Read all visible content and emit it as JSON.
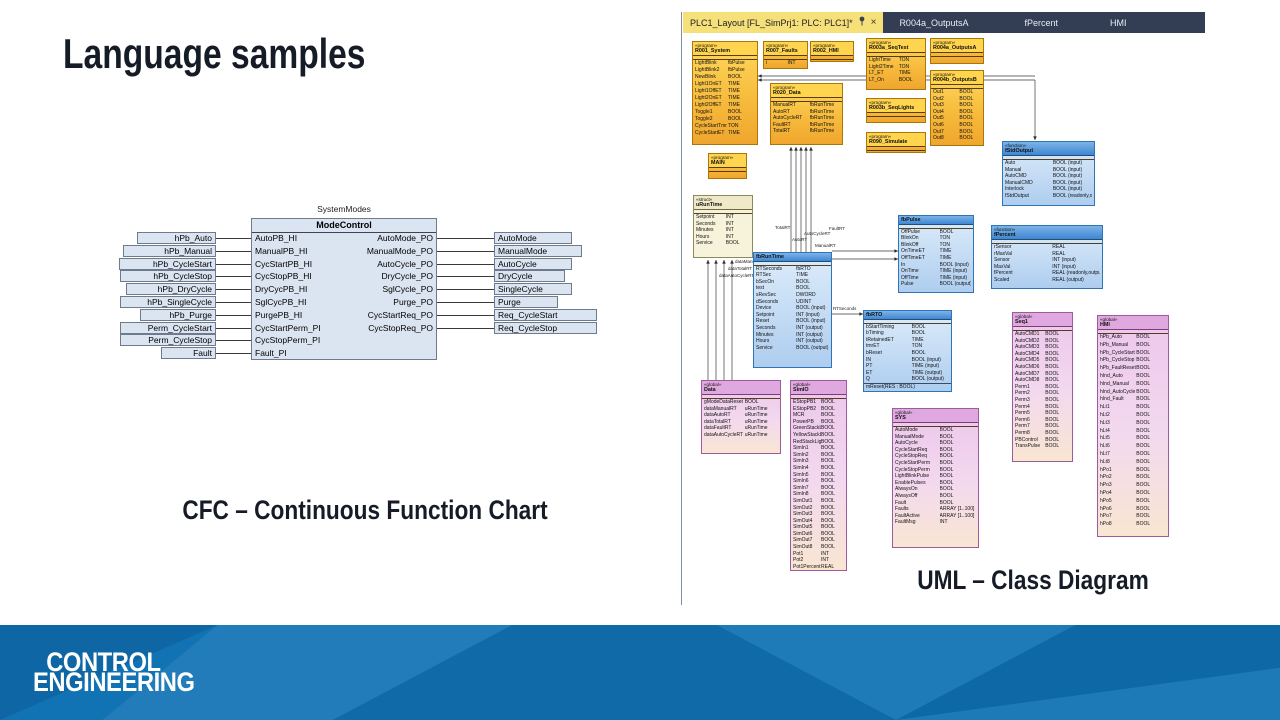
{
  "slide": {
    "title": "Language samples",
    "cfc_caption": "CFC – Continuous Function Chart",
    "uml_caption": "UML – Class Diagram",
    "logo": {
      "line1": "CONTROL",
      "line2": "ENGINEERING"
    }
  },
  "icons": {
    "close": "×",
    "pin": "pushpin"
  },
  "cfc": {
    "block_title": "SystemModes",
    "block_name": "ModeControl",
    "inputs": [
      "hPb_Auto",
      "hPb_Manual",
      "hPb_CycleStart",
      "hPb_CycleStop",
      "hPb_DryCycle",
      "hPb_SingleCycle",
      "hPb_Purge",
      "Perm_CycleStart",
      "Perm_CycleStop",
      "Fault"
    ],
    "input_pins": [
      "AutoPB_HI",
      "ManualPB_HI",
      "CycStartPB_HI",
      "CycStopPB_HI",
      "DryCycPB_HI",
      "SglCycPB_HI",
      "PurgePB_HI",
      "CycStartPerm_PI",
      "CycStopPerm_PI",
      "Fault_PI"
    ],
    "output_pins": [
      "AutoMode_PO",
      "ManualMode_PO",
      "AutoCycle_PO",
      "DryCycle_PO",
      "SglCycle_PO",
      "Purge_PO",
      "CycStartReq_PO",
      "CycStopReq_PO"
    ],
    "outputs": [
      "AutoMode",
      "ManualMode",
      "AutoCycle",
      "DryCycle",
      "SingleCycle",
      "Purge",
      "Req_CycleStart",
      "Req_CycleStop"
    ]
  },
  "uml": {
    "tabbar": {
      "active_tab": "PLC1_Layout [FL_SimPrj1: PLC: PLC1]*",
      "tabs": [
        "R004a_OutputsA",
        "fPercent",
        "HMI"
      ]
    },
    "connector_labels": [
      "TotalRT",
      "AutoRT",
      "AutoCycleRT",
      "FaultRT",
      "ManualRT",
      "RTSeconds",
      "dataManualRT",
      "dataTotalRT",
      "dataAutoCycleRT"
    ],
    "classes": [
      {
        "id": "r001_system",
        "stereotype": "«program»",
        "name": "R001_System",
        "scheme": "yellow",
        "rows": [
          [
            "LightBlink",
            "fbPulse"
          ],
          [
            "LightBlink2",
            "fbPulse"
          ],
          [
            "NewBlink",
            "BOOL"
          ],
          [
            "Light1OnET",
            "TIME"
          ],
          [
            "Light1OffET",
            "TIME"
          ],
          [
            "Light2OnET",
            "TIME"
          ],
          [
            "Light2OffET",
            "TIME"
          ],
          [
            "Toggle1",
            "BOOL"
          ],
          [
            "Toggle2",
            "BOOL"
          ],
          [
            "CycleStartTmr",
            "TON"
          ],
          [
            "CycleStartET",
            "TIME"
          ]
        ]
      },
      {
        "id": "r007_faults",
        "stereotype": "«program»",
        "name": "R007_Faults",
        "scheme": "yellow",
        "rows": [
          [
            "i",
            "INT"
          ]
        ]
      },
      {
        "id": "r002_hmi",
        "stereotype": "«program»",
        "name": "R002_HMI",
        "scheme": "yellow",
        "rows": []
      },
      {
        "id": "r003a_seqtest",
        "stereotype": "«program»",
        "name": "R003a_SeqTest",
        "scheme": "yellow",
        "rows": [
          [
            "LightTime",
            "TON"
          ],
          [
            "Light2Time",
            "TON"
          ],
          [
            "LT_ET",
            "TIME"
          ],
          [
            "LT_On",
            "BOOL"
          ]
        ]
      },
      {
        "id": "r004a_outputsa",
        "stereotype": "«program»",
        "name": "R004a_OutputsA",
        "scheme": "yellow",
        "rows": []
      },
      {
        "id": "r004b_outputsb",
        "stereotype": "«program»",
        "name": "R004b_OutputsB",
        "scheme": "yellow",
        "rows": [
          [
            "Out1",
            "BOOL"
          ],
          [
            "Out2",
            "BOOL"
          ],
          [
            "Out3",
            "BOOL"
          ],
          [
            "Out4",
            "BOOL"
          ],
          [
            "Out5",
            "BOOL"
          ],
          [
            "Out6",
            "BOOL"
          ],
          [
            "Out7",
            "BOOL"
          ],
          [
            "Out8",
            "BOOL"
          ]
        ]
      },
      {
        "id": "r003b_seqlights",
        "stereotype": "«program»",
        "name": "R003b_SeqLights",
        "scheme": "yellow",
        "rows": []
      },
      {
        "id": "r090_simulate",
        "stereotype": "«program»",
        "name": "R090_Simulate",
        "scheme": "yellow",
        "rows": []
      },
      {
        "id": "r020_data",
        "stereotype": "«program»",
        "name": "R020_Data",
        "scheme": "yellow",
        "rows": [
          [
            "ManualRT",
            "fbRunTime"
          ],
          [
            "AutoRT",
            "fbRunTime"
          ],
          [
            "AutoCycleRT",
            "fbRunTime"
          ],
          [
            "FaultRT",
            "fbRunTime"
          ],
          [
            "TotalRT",
            "fbRunTime"
          ]
        ]
      },
      {
        "id": "main",
        "stereotype": "«program»",
        "name": "MAIN",
        "scheme": "yellow",
        "rows": []
      },
      {
        "id": "uruntime",
        "stereotype": "«struct»",
        "name": "uRunTime",
        "scheme": "cream",
        "rows": [
          [
            "Setpoint",
            "INT"
          ],
          [
            "Seconds",
            "INT"
          ],
          [
            "Minutes",
            "INT"
          ],
          [
            "Hours",
            "INT"
          ],
          [
            "Service",
            "BOOL"
          ]
        ]
      },
      {
        "id": "fstdoutput",
        "stereotype": "«function»",
        "name": "fStdOutput",
        "scheme": "blue",
        "rows": [
          [
            "Auto",
            "BOOL (input)"
          ],
          [
            "Manual",
            "BOOL (input)"
          ],
          [
            "AutoCMD",
            "BOOL (input)"
          ],
          [
            "ManualCMD",
            "BOOL (input)"
          ],
          [
            "Interlock",
            "BOOL (input)"
          ],
          [
            "fStdOutput",
            "BOOL (readonly,output)"
          ]
        ]
      },
      {
        "id": "fbpulse",
        "name": "fbPulse",
        "scheme": "blue",
        "rows": [
          [
            "OffPulse",
            "BOOL"
          ],
          [
            "BlinkOn",
            "TON"
          ],
          [
            "BlinkOff",
            "TON"
          ],
          [
            "OnTimeET",
            "TIME"
          ],
          [
            "OffTimeET",
            "TIME"
          ],
          [
            "In",
            "BOOL (input)"
          ],
          [
            "OnTime",
            "TIME (input)"
          ],
          [
            "OffTime",
            "TIME (input)"
          ],
          [
            "Pulse",
            "BOOL (output)"
          ]
        ]
      },
      {
        "id": "fpercent",
        "stereotype": "«function»",
        "name": "fPercent",
        "scheme": "blue",
        "rows": [
          [
            "rSensor",
            "REAL"
          ],
          [
            "rMaxVal",
            "REAL"
          ],
          [
            "Sensor",
            "INT (input)"
          ],
          [
            "MaxVal",
            "INT (input)"
          ],
          [
            "fPercent",
            "REAL (readonly,output)"
          ],
          [
            "Scaled",
            "REAL (output)"
          ]
        ]
      },
      {
        "id": "fbruntime",
        "name": "fbRunTime",
        "scheme": "blue",
        "rows": [
          [
            "RTSeconds",
            "fbRTO"
          ],
          [
            "RTSec",
            "TIME"
          ],
          [
            "bSecOn",
            "BOOL"
          ],
          [
            "test",
            "BOOL"
          ],
          [
            "sRevSec",
            "DWORD"
          ],
          [
            "dSeconds",
            "UDINT"
          ],
          [
            "Device",
            "BOOL (input)"
          ],
          [
            "Setpoint",
            "INT (input)"
          ],
          [
            "Reset",
            "BOOL (input)"
          ],
          [
            "Seconds",
            "INT (output)"
          ],
          [
            "Minutes",
            "INT (output)"
          ],
          [
            "Hours",
            "INT (output)"
          ],
          [
            "Service",
            "BOOL (output)"
          ]
        ]
      },
      {
        "id": "fbrto",
        "name": "fbRTO",
        "scheme": "blue",
        "rows": [
          [
            "bStartTiming",
            "BOOL"
          ],
          [
            "bTiming",
            "BOOL"
          ],
          [
            "tRetainedET",
            "TIME"
          ],
          [
            "tmrET",
            "TON"
          ],
          [
            "bReset",
            "BOOL"
          ],
          [
            "IN",
            "BOOL (input)"
          ],
          [
            "PT",
            "TIME (input)"
          ],
          [
            "ET",
            "TIME (output)"
          ],
          [
            "Q",
            "BOOL (output)"
          ]
        ],
        "methods": [
          "mReset(RES : BOOL)"
        ]
      },
      {
        "id": "gdata",
        "stereotype": "«global»",
        "name": "Data",
        "scheme": "purple",
        "rows": [
          [
            "gModeDataReset",
            "BOOL"
          ],
          [
            "dataManualRT",
            "uRunTime"
          ],
          [
            "dataAutoRT",
            "uRunTime"
          ],
          [
            "dataTotalRT",
            "uRunTime"
          ],
          [
            "dataFaultRT",
            "uRunTime"
          ],
          [
            "dataAutoCycleRT",
            "uRunTime"
          ]
        ]
      },
      {
        "id": "simio",
        "stereotype": "«global»",
        "name": "SimIO",
        "scheme": "purple",
        "rows": [
          [
            "EStopPB1",
            "BOOL"
          ],
          [
            "EStopPB2",
            "BOOL"
          ],
          [
            "MCR",
            "BOOL"
          ],
          [
            "PowerPB",
            "BOOL"
          ],
          [
            "GreenStackLight",
            "BOOL"
          ],
          [
            "YellowStackLight",
            "BOOL"
          ],
          [
            "RedStackLight",
            "BOOL"
          ],
          [
            "SimIn1",
            "BOOL"
          ],
          [
            "SimIn2",
            "BOOL"
          ],
          [
            "SimIn3",
            "BOOL"
          ],
          [
            "SimIn4",
            "BOOL"
          ],
          [
            "SimIn5",
            "BOOL"
          ],
          [
            "SimIn6",
            "BOOL"
          ],
          [
            "SimIn7",
            "BOOL"
          ],
          [
            "SimIn8",
            "BOOL"
          ],
          [
            "SimOut1",
            "BOOL"
          ],
          [
            "SimOut2",
            "BOOL"
          ],
          [
            "SimOut3",
            "BOOL"
          ],
          [
            "SimOut4",
            "BOOL"
          ],
          [
            "SimOut5",
            "BOOL"
          ],
          [
            "SimOut6",
            "BOOL"
          ],
          [
            "SimOut7",
            "BOOL"
          ],
          [
            "SimOut8",
            "BOOL"
          ],
          [
            "Pot1",
            "INT"
          ],
          [
            "Pot2",
            "INT"
          ],
          [
            "Pot1Percent",
            "REAL"
          ]
        ]
      },
      {
        "id": "sys",
        "stereotype": "«global»",
        "name": "SYS",
        "scheme": "purple",
        "rows": [
          [
            "AutoMode",
            "BOOL"
          ],
          [
            "ManualMode",
            "BOOL"
          ],
          [
            "AutoCycle",
            "BOOL"
          ],
          [
            "CycleStartReq",
            "BOOL"
          ],
          [
            "CycleStopReq",
            "BOOL"
          ],
          [
            "CycleStartPerm",
            "BOOL"
          ],
          [
            "CycleStopPerm",
            "BOOL"
          ],
          [
            "LightBlinkPulse",
            "BOOL"
          ],
          [
            "EnablePulses",
            "BOOL"
          ],
          [
            "AlwaysOn",
            "BOOL"
          ],
          [
            "AlwaysOff",
            "BOOL"
          ],
          [
            "Fault",
            "BOOL"
          ],
          [
            "Faults",
            "ARRAY [1..100] OF BOOL"
          ],
          [
            "FaultActive",
            "ARRAY [1..100] OF BOOL"
          ],
          [
            "FaultMsg",
            "INT"
          ]
        ]
      },
      {
        "id": "seq1",
        "stereotype": "«global»",
        "name": "Seq1",
        "scheme": "purple",
        "rows": [
          [
            "AutoCMD1",
            "BOOL"
          ],
          [
            "AutoCMD2",
            "BOOL"
          ],
          [
            "AutoCMD3",
            "BOOL"
          ],
          [
            "AutoCMD4",
            "BOOL"
          ],
          [
            "AutoCMD5",
            "BOOL"
          ],
          [
            "AutoCMD6",
            "BOOL"
          ],
          [
            "AutoCMD7",
            "BOOL"
          ],
          [
            "AutoCMD8",
            "BOOL"
          ],
          [
            "Perm1",
            "BOOL"
          ],
          [
            "Perm2",
            "BOOL"
          ],
          [
            "Perm3",
            "BOOL"
          ],
          [
            "Perm4",
            "BOOL"
          ],
          [
            "Perm5",
            "BOOL"
          ],
          [
            "Perm6",
            "BOOL"
          ],
          [
            "Perm7",
            "BOOL"
          ],
          [
            "Perm8",
            "BOOL"
          ],
          [
            "PBControl",
            "BOOL"
          ],
          [
            "TransPulse",
            "BOOL"
          ]
        ]
      },
      {
        "id": "hmi",
        "stereotype": "«global»",
        "name": "HMI",
        "scheme": "purple",
        "rows": [
          [
            "hPb_Auto",
            "BOOL"
          ],
          [
            "hPb_Manual",
            "BOOL"
          ],
          [
            "hPb_CycleStart",
            "BOOL"
          ],
          [
            "hPb_CycleStop",
            "BOOL"
          ],
          [
            "hPb_FaultReset",
            "BOOL"
          ],
          [
            "hInd_Auto",
            "BOOL"
          ],
          [
            "hInd_Manual",
            "BOOL"
          ],
          [
            "hInd_AutoCycle",
            "BOOL"
          ],
          [
            "hInd_Fault",
            "BOOL"
          ],
          [
            "hLt1",
            "BOOL"
          ],
          [
            "hLt2",
            "BOOL"
          ],
          [
            "hLt3",
            "BOOL"
          ],
          [
            "hLt4",
            "BOOL"
          ],
          [
            "hLt5",
            "BOOL"
          ],
          [
            "hLt6",
            "BOOL"
          ],
          [
            "hLt7",
            "BOOL"
          ],
          [
            "hLt8",
            "BOOL"
          ],
          [
            "hPo1",
            "BOOL"
          ],
          [
            "hPo2",
            "BOOL"
          ],
          [
            "hPo3",
            "BOOL"
          ],
          [
            "hPo4",
            "BOOL"
          ],
          [
            "hPo5",
            "BOOL"
          ],
          [
            "hPo6",
            "BOOL"
          ],
          [
            "hPo7",
            "BOOL"
          ],
          [
            "hPo8",
            "BOOL"
          ]
        ]
      }
    ]
  }
}
